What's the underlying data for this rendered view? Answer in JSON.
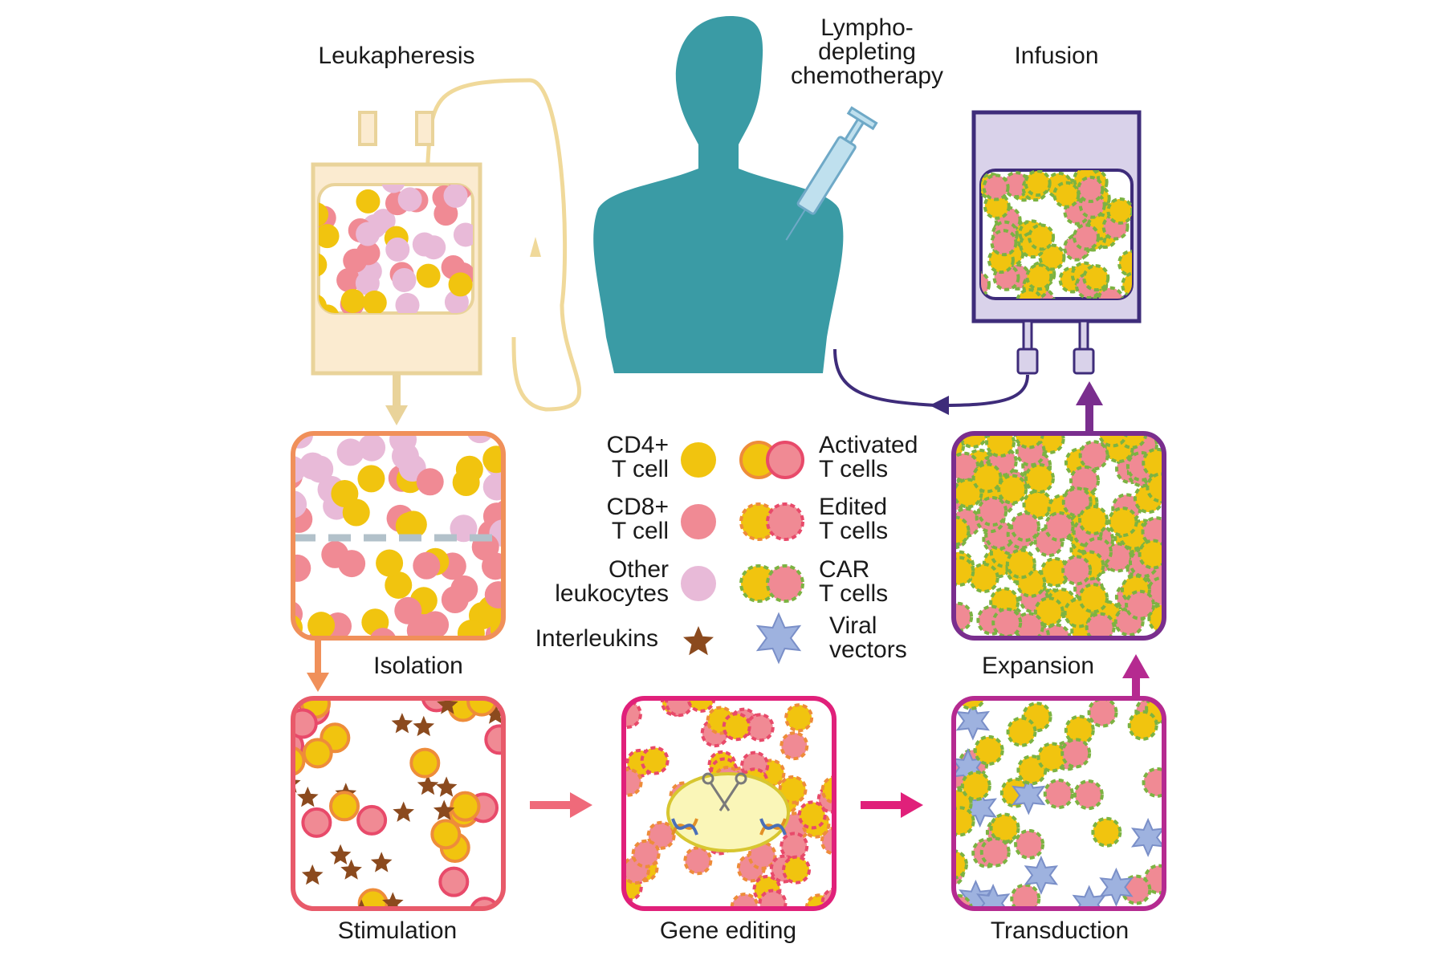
{
  "labels": {
    "leukapheresis": "Leukapheresis",
    "chemo": "Lympho-\ndepleting\nchemotherapy",
    "infusion": "Infusion",
    "isolation": "Isolation",
    "stimulation": "Stimulation",
    "gene_editing": "Gene editing",
    "transduction": "Transduction",
    "expansion": "Expansion"
  },
  "legend": {
    "cd4": "CD4+\nT cell",
    "cd8": "CD8+\nT cell",
    "other": "Other\nleukocytes",
    "interleukins": "Interleukins",
    "activated": "Activated\nT cells",
    "edited": "Edited\nT cells",
    "car": "CAR\nT cells",
    "viral": "Viral\nvectors"
  },
  "colors": {
    "cd4": "#F1C40F",
    "cd8": "#F08A94",
    "other": "#E8BAD8",
    "interleukin": "#8B4A1E",
    "viral": "#9EB2DF",
    "activated_ring": "#EE8C3A",
    "edited_ring": "#E84A6A",
    "car_ring": "#7CB342",
    "person": "#3A9BA5",
    "leuka_bag": "#E9D39A",
    "infusion_bag": "#3E2C7A",
    "isolation_box": "#F0905A",
    "stimulation_box": "#E85A6A",
    "gene_box": "#E0207A",
    "transduction_box": "#B52A90",
    "expansion_box": "#7A2E8E"
  },
  "icons": [
    "person-silhouette-icon",
    "syringe-icon",
    "blood-bag-icon",
    "scissors-icon",
    "dna-icon",
    "star-icon",
    "viral-vector-icon"
  ]
}
